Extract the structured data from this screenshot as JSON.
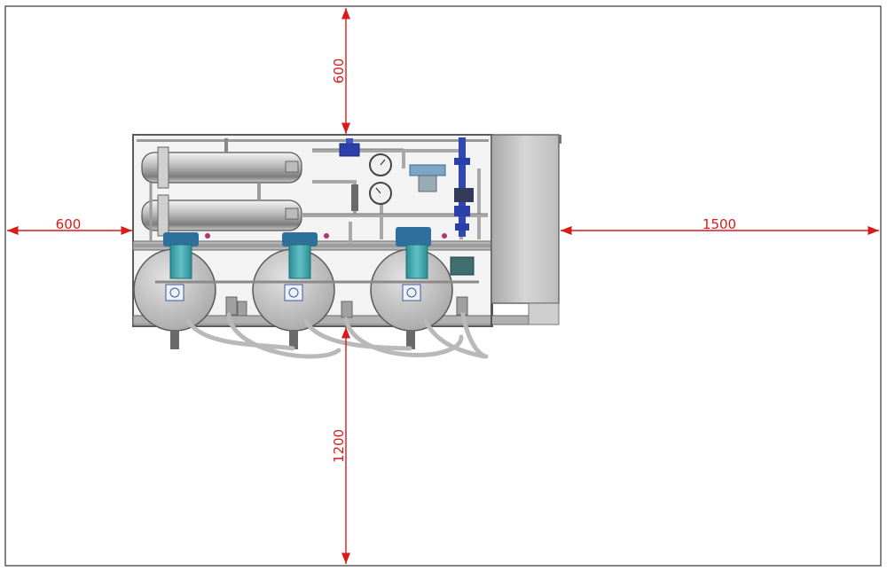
{
  "dimensions": {
    "top_clearance": "600",
    "left_clearance": "600",
    "right_clearance": "1500",
    "bottom_clearance": "1200"
  },
  "colors": {
    "dimension": "#d81b1b",
    "frame": "#5a5a5a",
    "panel": "#c8c8c8",
    "steel_dark": "#8a8a8a",
    "steel_light": "#e6e6e6",
    "pump_teal": "#3fa1a8",
    "motor_blue": "#2f6f9c",
    "valve_blue": "#2b3fa8"
  }
}
